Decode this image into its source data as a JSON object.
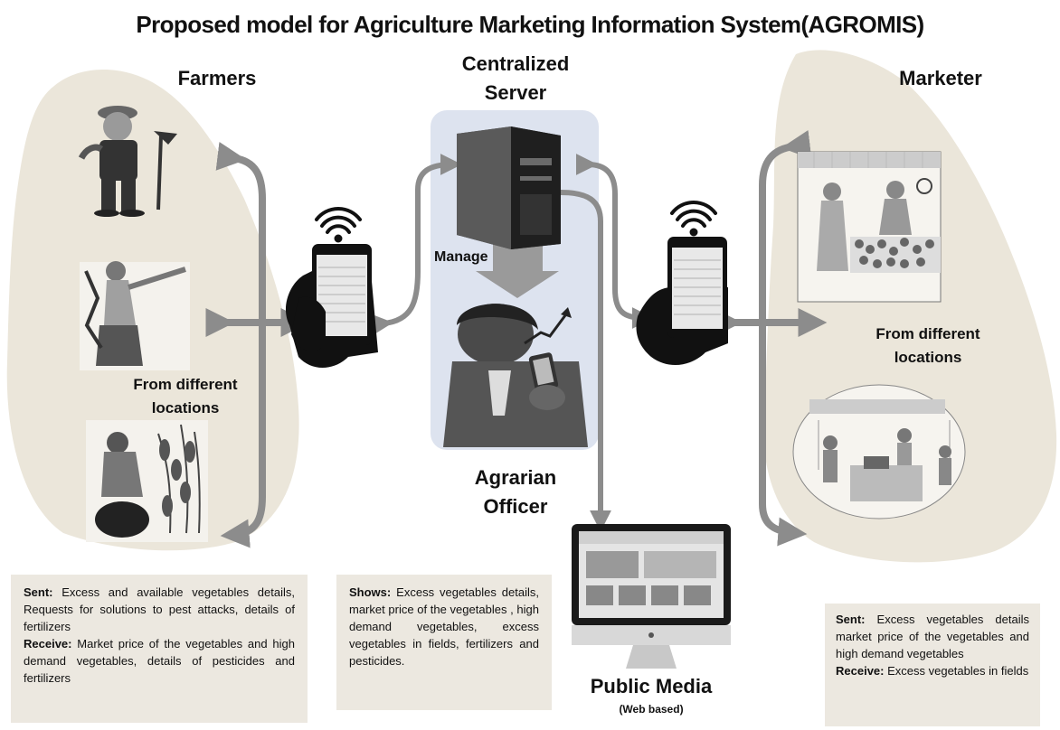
{
  "title": "Proposed model for Agriculture Marketing Information System(AGROMIS)",
  "nodes": {
    "farmers": "Farmers",
    "server_line1": "Centralized",
    "server_line2": "Server",
    "marketer": "Marketer",
    "manage": "Manage",
    "officer_line1": "Agrarian",
    "officer_line2": "Officer",
    "farmers_locations_line1": "From different",
    "farmers_locations_line2": "locations",
    "marketer_locations_line1": "From different",
    "marketer_locations_line2": "locations",
    "public_media": "Public Media",
    "web_based": "(Web based)"
  },
  "info_boxes": {
    "farmers": {
      "sent_label": "Sent:",
      "sent_text": "Excess and available vegetables details, Requests for solutions to pest attacks, details of fertilizers",
      "receive_label": "Receive:",
      "receive_text": "Market price of the vegetables and high demand vegetables, details of pesticides and fertilizers"
    },
    "public_media": {
      "shows_label": "Shows:",
      "shows_text": "Excess vegetables details, market price of the vegetables , high demand vegetables, excess vegetables in fields, fertilizers and pesticides."
    },
    "marketer": {
      "sent_label": "Sent:",
      "sent_text": "Excess vegetables details market price of the vegetables and high demand vegetables",
      "receive_label": "Receive:",
      "receive_text": "Excess vegetables in fields"
    }
  },
  "colors": {
    "arrow": "#8c8c8c",
    "island": "#ebe6da",
    "server_panel": "#dde3ef",
    "infobox": "#ece8e0",
    "phone": "#111111"
  },
  "icons": [
    "farmer-with-hoe-icon",
    "farmer-pointing-icon",
    "farmer-harvesting-icon",
    "wifi-icon",
    "smartphone-icon",
    "server-icon",
    "officer-with-phone-icon",
    "computer-monitor-icon",
    "market-stall-icon",
    "supermarket-icon"
  ]
}
